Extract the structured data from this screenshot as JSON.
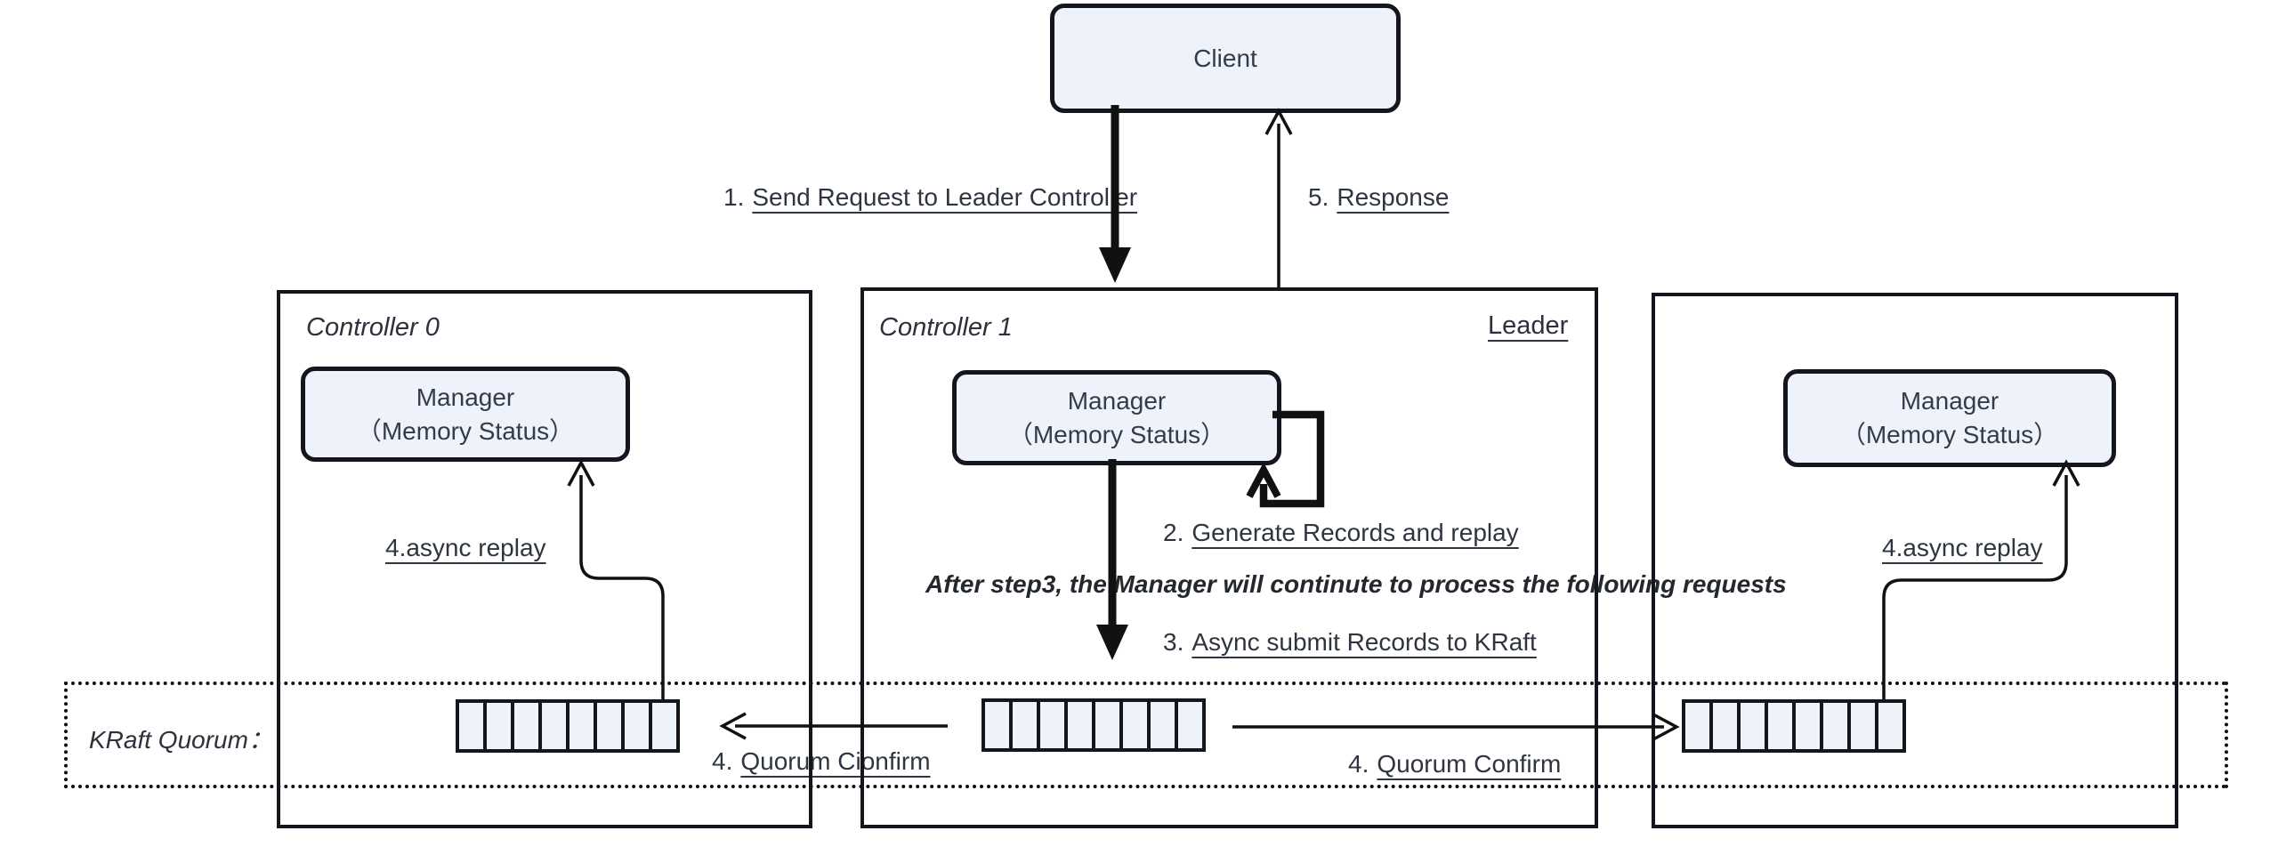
{
  "colors": {
    "background": "#ffffff",
    "box_fill": "#edf2fb",
    "log_cell_fill": "#eef2f9",
    "border": "#15161d",
    "arrow": "#111111",
    "text": "#2f3540"
  },
  "client": {
    "label": "Client"
  },
  "flow_labels": {
    "step1": {
      "prefix": "1.",
      "text": "Send Request to Leader Controller"
    },
    "step5": {
      "prefix": "5.",
      "text": "Response"
    },
    "step2": {
      "prefix": "2.",
      "text": "Generate Records and replay"
    },
    "step3": {
      "prefix": "3.",
      "text": "Async submit Records to KRaft"
    },
    "step4_quorum_left": {
      "prefix": "4.",
      "text": "Quorum Cionfirm"
    },
    "step4_quorum_right": {
      "prefix": "4.",
      "text": "Quorum Confirm"
    },
    "step4_async_left": {
      "text": "4.async replay"
    },
    "step4_async_right": {
      "text": "4.async replay"
    }
  },
  "note": {
    "text": "After step3, the Manager will continute to process the following requests"
  },
  "controllers": [
    {
      "title": "Controller 0",
      "manager": {
        "line1": "Manager",
        "line2": "（Memory Status）"
      }
    },
    {
      "title": "Controller 1",
      "badge": "Leader",
      "manager": {
        "line1": "Manager",
        "line2": "（Memory Status）"
      }
    },
    {
      "title": "",
      "manager": {
        "line1": "Manager",
        "line2": "（Memory Status）"
      }
    }
  ],
  "quorum": {
    "label": "KRaft Quorum：",
    "cells_per_log": 8
  }
}
